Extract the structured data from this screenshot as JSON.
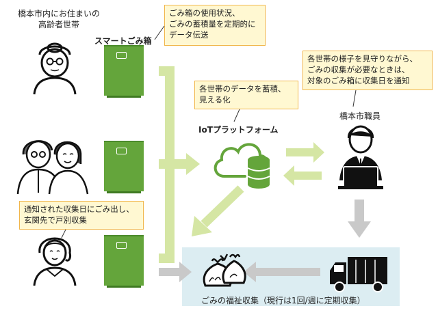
{
  "labels": {
    "elderly_residents": "橋本市内にお住まいの\n高齢者世帯",
    "smart_bin": "スマートごみ箱",
    "iot_platform": "IoTプラットフォーム",
    "city_staff": "橋本市職員",
    "welfare_collection": "ごみの福祉収集（現行は1回/週に定期収集）"
  },
  "callouts": {
    "bin_status": "ごみ箱の使用状況、\nごみの蓄積量を定期的に\nデータ伝送",
    "platform": "各世帯のデータを蓄積、\n見える化",
    "staff": "各世帯の様子を見守りながら、\nごみの収集が必要なときは、\n対象のごみ箱に収集日を通知",
    "resident": "通知された収集日にごみ出し、\n玄関先で戸別収集"
  },
  "colors": {
    "bin_green": "#64a53b",
    "arrow_light_green": "#d5e6a4",
    "arrow_gray": "#c9c9c9",
    "callout_fill": "#fff8d2",
    "callout_border": "#f1b64b",
    "collect_bg": "#dcedf2"
  },
  "icons": [
    "elderly-woman-icon",
    "elderly-couple-icon",
    "woman-icon",
    "cloud-database-icon",
    "staff-laptop-icon",
    "garbage-truck-icon",
    "trash-bags-icon"
  ]
}
